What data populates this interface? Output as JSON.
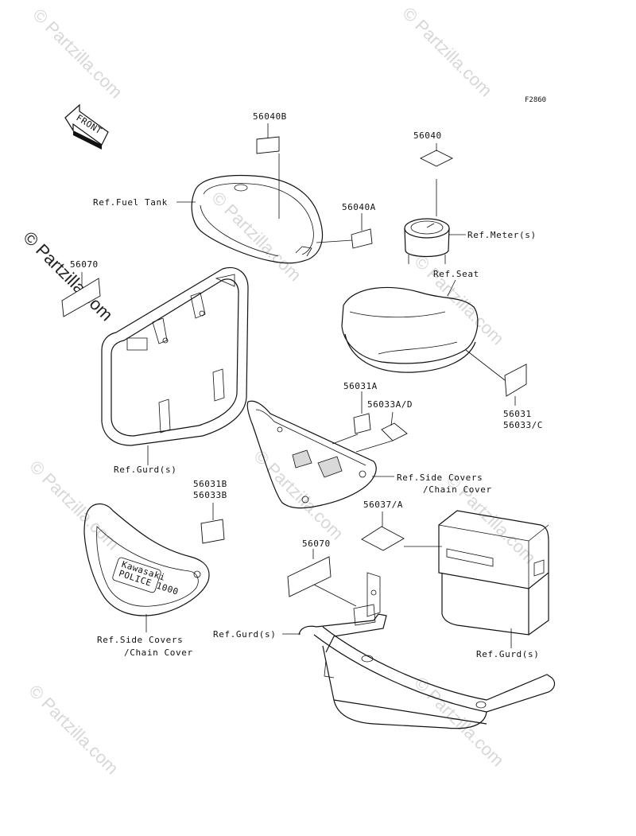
{
  "figure_id": "F2860",
  "front_arrow_label": "FRONT",
  "watermarks": [
    "© Partzilla.com",
    "© Partzilla.com",
    "© Partzilla.com",
    "© Partzilla.com",
    "© Partzilla.com",
    "© Partzilla.com",
    "© Partzilla.com",
    "© Partzilla.com",
    "© Partzilla.com",
    "© Partzilla.com"
  ],
  "ref_labels": {
    "fuel_tank": "Ref.Fuel Tank",
    "meters": "Ref.Meter(s)",
    "seat": "Ref.Seat",
    "guard_left": "Ref.Gurd(s)",
    "side_covers_right_1": "Ref.Side Covers",
    "side_covers_right_2": "/Chain Cover",
    "side_covers_left_1": "Ref.Side Covers",
    "side_covers_left_2": "/Chain Cover",
    "guard_bottom": "Ref.Gurd(s)",
    "guard_box": "Ref.Gurd(s)"
  },
  "part_numbers": {
    "p56040B": "56040B",
    "p56040": "56040",
    "p56040A": "56040A",
    "p56070_top": "56070",
    "p56031A": "56031A",
    "p56033AD": "56033A/D",
    "p56031": "56031",
    "p56033C": "56033/C",
    "p56031B": "56031B",
    "p56033B": "56033B",
    "p56037A": "56037/A",
    "p56070_bottom": "56070"
  },
  "emblem_text": [
    "Kawasaki",
    "POLICE 1000"
  ]
}
